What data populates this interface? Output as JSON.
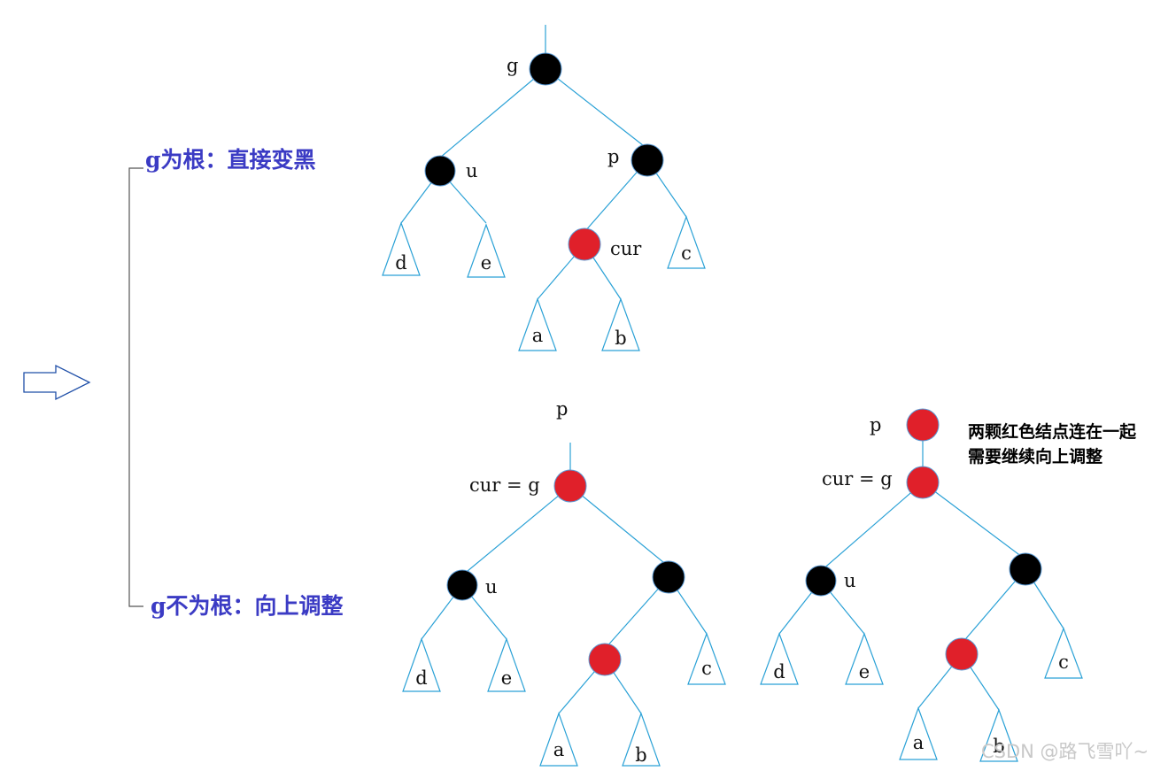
{
  "arrow": {
    "icon": "right-hollow-arrow-icon"
  },
  "branches": {
    "root_case": "g为根：直接变黑",
    "non_root_case": "g不为根：向上调整"
  },
  "top_tree": {
    "g_label": "g",
    "u_label": "u",
    "p_label": "p",
    "cur_label": "cur",
    "subtrees": {
      "d": "d",
      "e": "e",
      "c": "c",
      "a": "a",
      "b": "b"
    }
  },
  "bottom_left_tree": {
    "p_label": "p",
    "cur_label": "cur = g",
    "u_label": "u",
    "subtrees": {
      "d": "d",
      "e": "e",
      "c": "c",
      "a": "a",
      "b": "b"
    }
  },
  "bottom_right_tree": {
    "p_label": "p",
    "cur_label": "cur = g",
    "u_label": "u",
    "subtrees": {
      "d": "d",
      "e": "e",
      "c": "c",
      "a": "a",
      "b": "b"
    }
  },
  "note": {
    "line1": "两颗红色结点连在一起",
    "line2": "需要继续向上调整"
  },
  "colors": {
    "black_node": "#000000",
    "red_node": "#e0202a",
    "edge": "#2aa1d6",
    "branch_text": "#3b3bc4"
  },
  "watermark": "CSDN @路飞雪吖~"
}
